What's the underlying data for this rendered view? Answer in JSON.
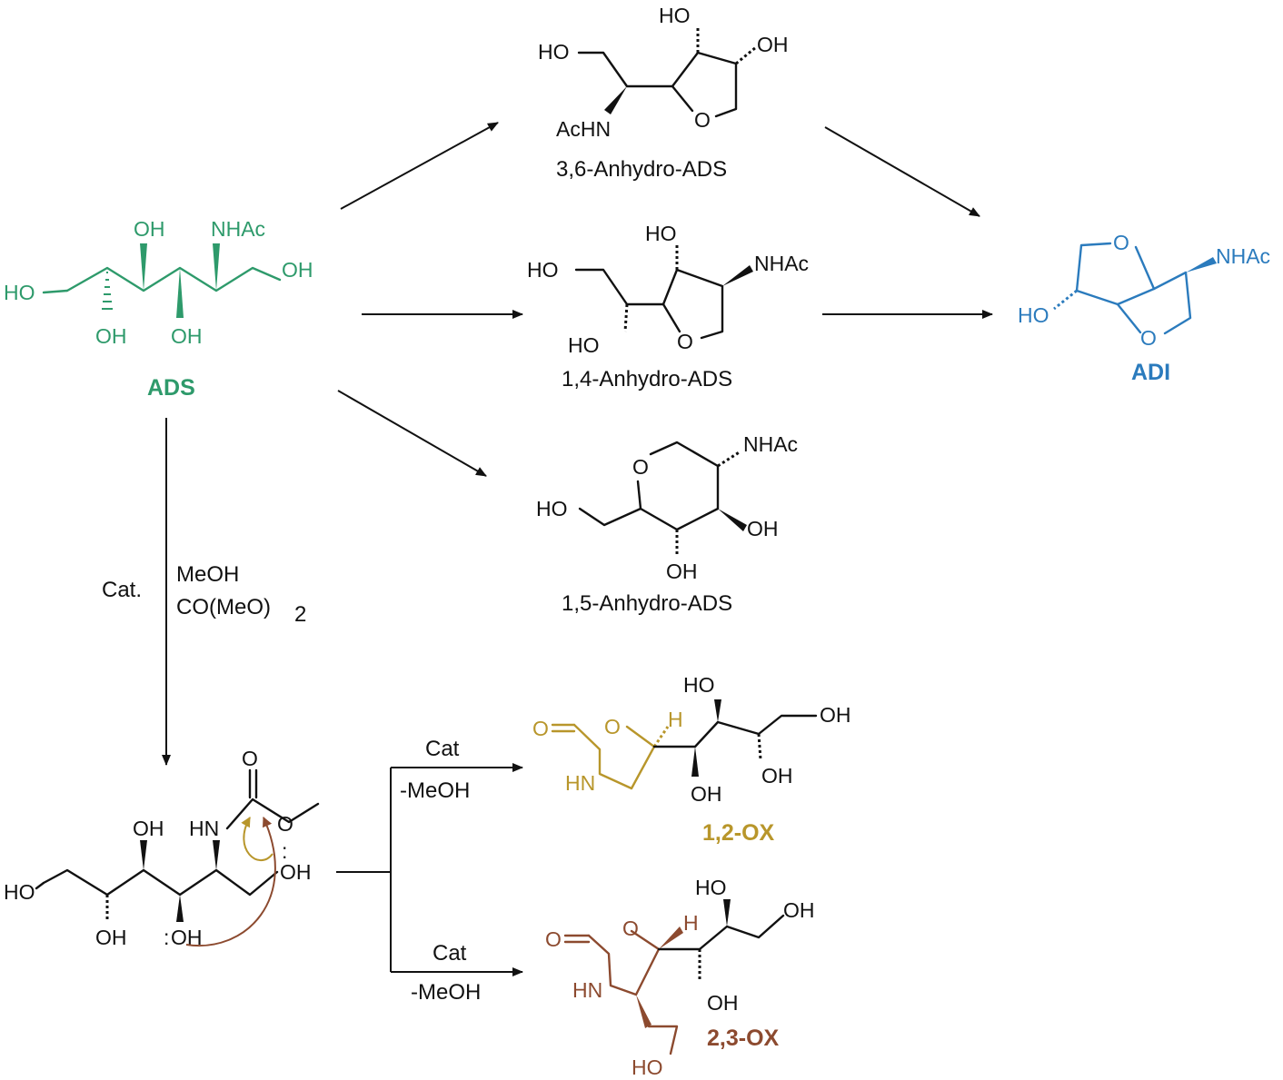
{
  "colors": {
    "ads": "#2e9a6b",
    "adi": "#2b7bbd",
    "ox12": "#b8962b",
    "ox23": "#8c4a2f",
    "ink": "#111111"
  },
  "ads": {
    "name": "ADS",
    "labels": {
      "ho_left": "HO",
      "oh_top": "OH",
      "nhac": "NHAc",
      "oh_right": "OH",
      "oh_bottom1": "OH",
      "oh_bottom2": "OH"
    }
  },
  "anhydro36": {
    "name": "3,6-Anhydro-ADS",
    "labels": {
      "ho_top": "HO",
      "oh_right": "OH",
      "ho_left": "HO",
      "achn": "AcHN",
      "o_ring": "O"
    }
  },
  "anhydro14": {
    "name": "1,4-Anhydro-ADS",
    "labels": {
      "ho_top": "HO",
      "nhac": "NHAc",
      "ho_left": "HO",
      "ho_bottom": "HO",
      "o_ring": "O"
    }
  },
  "anhydro15": {
    "name": "1,5-Anhydro-ADS",
    "labels": {
      "o_ring": "O",
      "nhac": "NHAc",
      "ho_left": "HO",
      "oh_right": "OH",
      "oh_bottom": "OH"
    }
  },
  "adi": {
    "name": "ADI",
    "labels": {
      "o_top": "O",
      "nhac": "NHAc",
      "ho": "HO",
      "o_bottom": "O"
    }
  },
  "conditions": {
    "cat_main": "Cat.",
    "meoh": "MeOH",
    "dmc": "CO(MeO)",
    "dmc_sub": "2",
    "upper_cat": "Cat",
    "upper_minus_meoh": "-MeOH",
    "lower_cat": "Cat",
    "lower_minus_meoh": "-MeOH"
  },
  "intermediate": {
    "labels": {
      "o_carbonyl": "O",
      "hn": "HN",
      "o_ester": "O",
      "oh_top": "OH",
      "ho_left": "HO",
      "oh_right": "OH",
      "oh_bottom": "OH",
      "oh_bottom2": "OH",
      "lone_pair_a": ":",
      "lone_pair_b": ":"
    }
  },
  "ox12": {
    "name": "1,2-OX",
    "labels": {
      "o_carbonyl": "O",
      "o_ring": "O",
      "h": "H",
      "hn": "HN",
      "oh_top": "HO",
      "oh_right": "OH",
      "oh_mid": "OH",
      "oh_bottom": "OH"
    }
  },
  "ox23": {
    "name": "2,3-OX",
    "labels": {
      "o_carbonyl": "O",
      "o_ring": "O",
      "h": "H",
      "hn": "HN",
      "ho_top": "HO",
      "oh_right": "OH",
      "oh_bottom": "OH",
      "ho_bottom": "HO"
    }
  }
}
